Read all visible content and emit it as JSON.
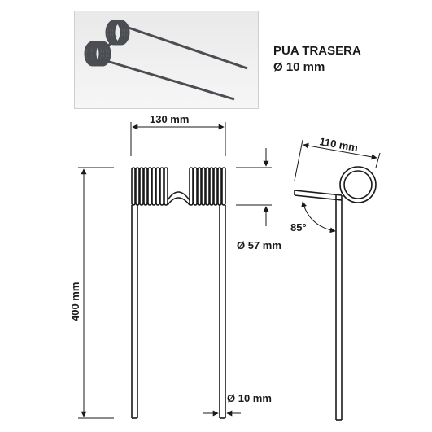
{
  "header": {
    "title_line1": "PUA TRASERA",
    "title_line2": "Ø 10 mm"
  },
  "dimensions": {
    "coil_width": "130 mm",
    "total_length": "400 mm",
    "coil_diameter": "Ø 57 mm",
    "wire_diameter": "Ø 10 mm",
    "side_width": "110 mm",
    "angle": "85°"
  },
  "colors": {
    "line": "#1a1a1a",
    "photo_wire": "#4a4e52"
  }
}
